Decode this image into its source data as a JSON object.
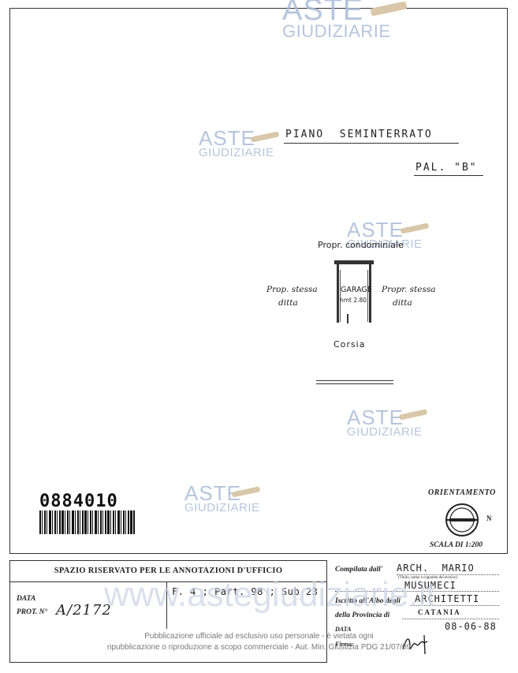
{
  "watermark": {
    "line1": "ASTE",
    "line2": "GIUDIZIARIE",
    "url": "www.astegiudiziarie.it"
  },
  "drawing": {
    "title": "PIANO  SEMINTERRATO",
    "building": "PAL. \"B\"",
    "north_owner": "Propr. condominiale",
    "west_owner_1": "Prop. stessa",
    "west_owner_2": "ditta",
    "east_owner_1": "Propr. stessa",
    "east_owner_2": "ditta",
    "garage_label": "GARAGE",
    "garage_height": "hmt 2.80",
    "corridor": "Corsia"
  },
  "barcode": {
    "number": "0884010"
  },
  "orientation": {
    "title": "ORIENTAMENTO",
    "north": "N",
    "scale": "SCALA DI 1:200"
  },
  "office_box": {
    "header": "SPAZIO RISERVATO PER LE ANNOTAZIONI D'UFFICIO",
    "data_label": "DATA",
    "prot_label": "PROT. N°",
    "prot_value": "A/2172",
    "cadastral": "F. 4 ; Part. 98 ; Sub 23"
  },
  "compiler": {
    "compiled_label": "Compilata dall'",
    "compiled_value_1": "ARCH.  MARIO",
    "compiled_hint": "(Titolo, nome e cognome del tecnico)",
    "compiled_value_2": "MUSUMECI",
    "albo_label": "Iscritto all'Albo degli",
    "albo_value": "ARCHITETTI",
    "province_label": "della Provincia di",
    "province_value": "CATANIA",
    "date_label": "DATA",
    "date_value": "08-06-88",
    "signature_label": "Firma:"
  },
  "footer": {
    "line1": "Pubblicazione ufficiale ad esclusivo uso personale - è vietata ogni",
    "line2": "ripubblicazione o riproduzione a scopo commerciale - Aut. Min. Giustizia PDG 21/07/09"
  }
}
